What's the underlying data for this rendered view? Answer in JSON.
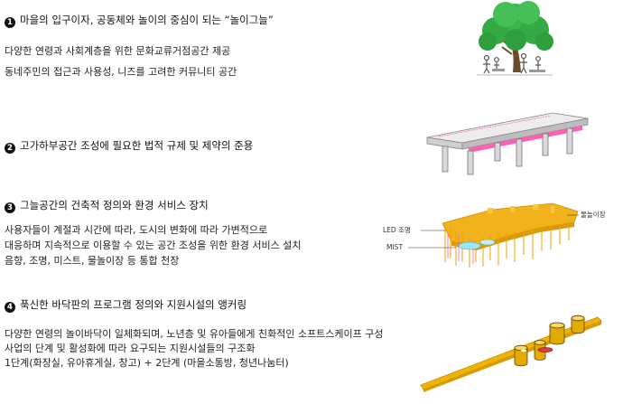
{
  "sections": [
    {
      "number": "1",
      "heading": "마을의 입구이자, 공동체와 놀이의 중심이 되는 “놀이그늘”",
      "lines": [
        "다양한 연령과 사회계층을 위한 문화교류거점공간 제공",
        "동네주민의 접근과 사용성, 니즈를 고려한 커뮤니티 공간"
      ]
    },
    {
      "number": "2",
      "heading": "고가하부공간 조성에 필요한 법적 규제 및 제약의 준용",
      "lines": []
    },
    {
      "number": "3",
      "heading": "그늘공간의 건축적 정의와 환경 서비스 장치",
      "lines": [
        "사용자들이 계절과 시간에 따라, 도시의 변화에 따라 가변적으로",
        "대응하며 지속적으로 이용할 수 있는 공간 조성을 위한 환경 서비스 설치",
        "음향, 조명, 미스트, 물놀이장 등 통합 천장"
      ]
    },
    {
      "number": "4",
      "heading": "푹신한 바닥판의 프로그램 정의와 지원시설의 앵커링",
      "lines": [
        "다양한 연령의 놀이바닥이 일체화되며, 노년층 및 유아들에게 친화적인 소프트스케이프 구성",
        "사업의 단계 및 활성화에 따라 요구되는 지원시설들의 구조화",
        "1단계(화장실, 유아휴게실, 창고) + 2단계 (마을소통방, 청년나눔터)"
      ]
    }
  ],
  "diagram3_labels": {
    "led": "LED 조명",
    "mist": "MIST",
    "water": "물놀이장"
  },
  "colors": {
    "tree_green": "#3bb54a",
    "canopy_yellow": "#f2b21b",
    "floor_yellow": "#f0b400",
    "accent_pink": "#ff5fb4",
    "concrete": "#d9d9d9"
  }
}
